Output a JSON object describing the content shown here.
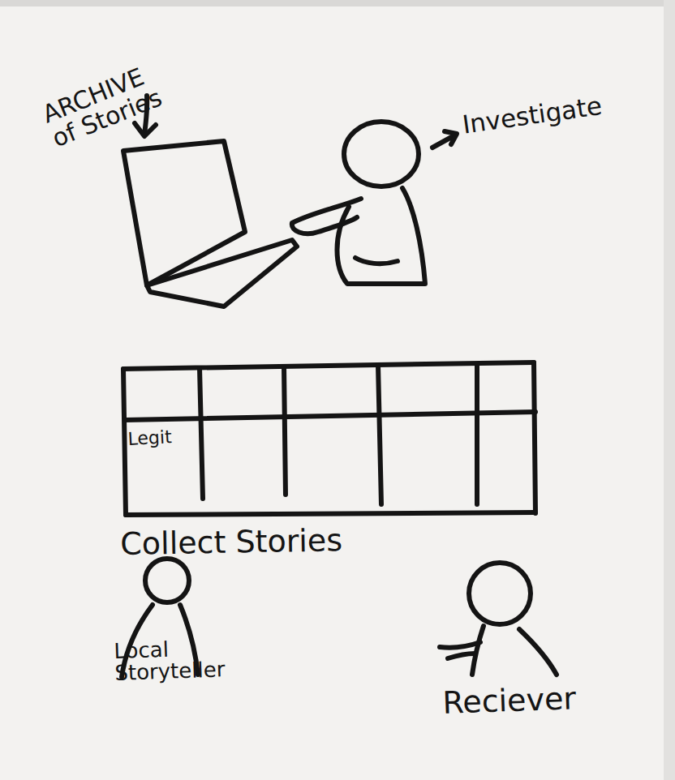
{
  "diagram": {
    "labels": [
      "ARCHIVE of Stories",
      "Investigate",
      "Legit",
      "Collect Stories",
      "Local Storyteller",
      "Reciever"
    ]
  }
}
